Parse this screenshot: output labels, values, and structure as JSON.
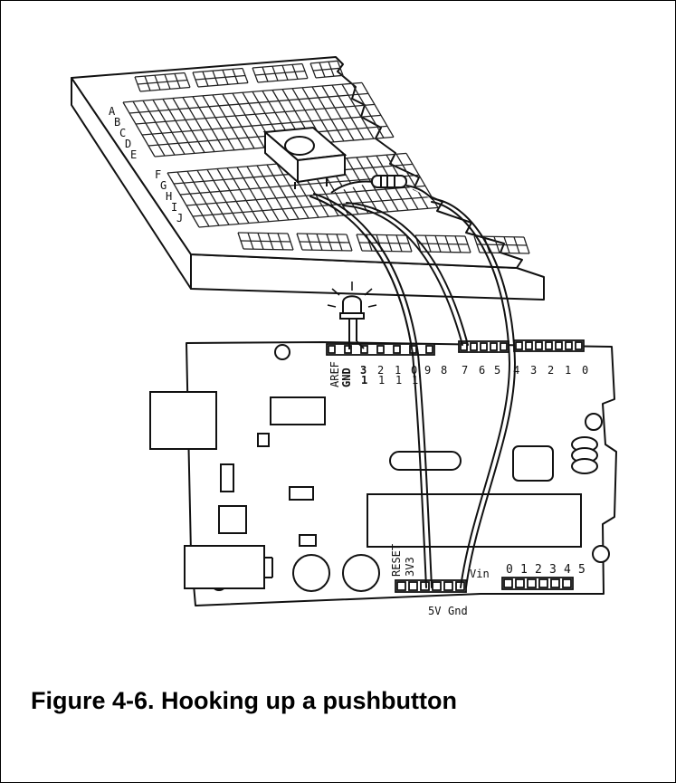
{
  "figure": {
    "caption": "Figure 4-6. Hooking up a pushbutton"
  },
  "breadboard": {
    "rows_top": [
      "A",
      "B",
      "C",
      "D",
      "E"
    ],
    "rows_bottom": [
      "F",
      "G",
      "H",
      "I",
      "J"
    ]
  },
  "arduino": {
    "digital_header_labels": [
      "AREF",
      "GND",
      "3",
      "2",
      "1",
      "0",
      "9",
      "8",
      "7",
      "6",
      "5",
      "4",
      "3",
      "2",
      "1",
      "0"
    ],
    "digital_tens_labels": [
      "1",
      "1",
      "1",
      "1"
    ],
    "power_labels": {
      "reset": "RESET",
      "v33": "3V3",
      "vin": "Vin",
      "five_v": "5V",
      "gnd": "Gnd"
    },
    "analog_labels": [
      "0",
      "1",
      "2",
      "3",
      "4",
      "5"
    ]
  }
}
